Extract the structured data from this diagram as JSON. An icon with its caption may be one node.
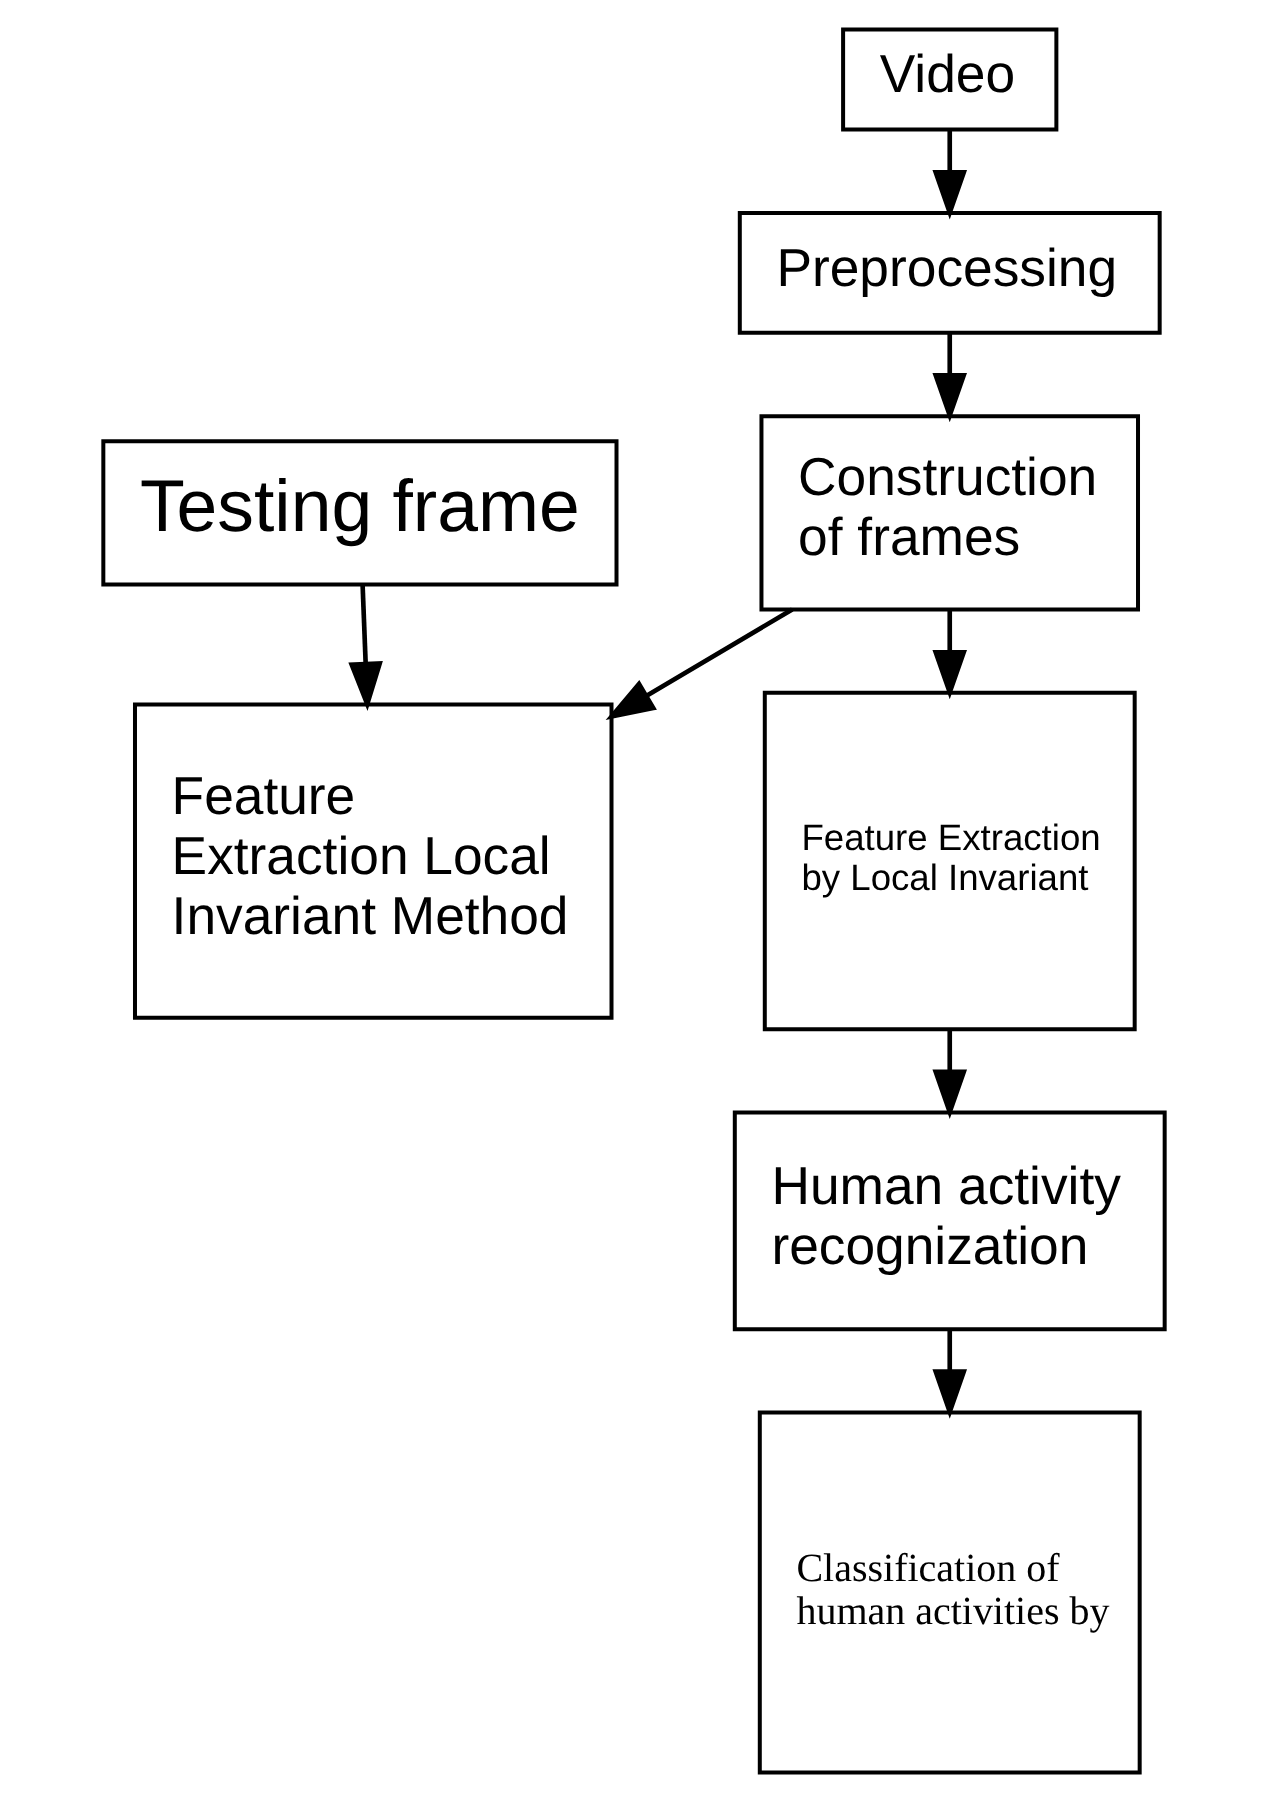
{
  "diagram": {
    "nodes": [
      {
        "text": [
          "Video"
        ]
      },
      {
        "text": [
          "Preprocessing"
        ]
      },
      {
        "text": [
          "Construction of frames"
        ]
      },
      {
        "text": [
          "Testing frame"
        ]
      },
      {
        "text": [
          "Feature Extraction Local Invariant Method"
        ]
      },
      {
        "text": [
          "Feature Extraction by Local Invariant"
        ]
      },
      {
        "text": [
          "Human activity recognization"
        ]
      },
      {
        "text": [
          "Classification of human activities by"
        ]
      }
    ],
    "edges": [
      {
        "from": 0,
        "to": 1,
        "arrow": "to"
      },
      {
        "from": 1,
        "to": 2,
        "arrow": "to"
      },
      {
        "from": 2,
        "to": 4,
        "arrow": "to"
      },
      {
        "from": 3,
        "to": 4,
        "arrow": "to"
      },
      {
        "from": 2,
        "to": 5,
        "arrow": "to"
      },
      {
        "from": 5,
        "to": 6,
        "arrow": "to"
      },
      {
        "from": 6,
        "to": 7,
        "arrow": "to"
      }
    ]
  }
}
